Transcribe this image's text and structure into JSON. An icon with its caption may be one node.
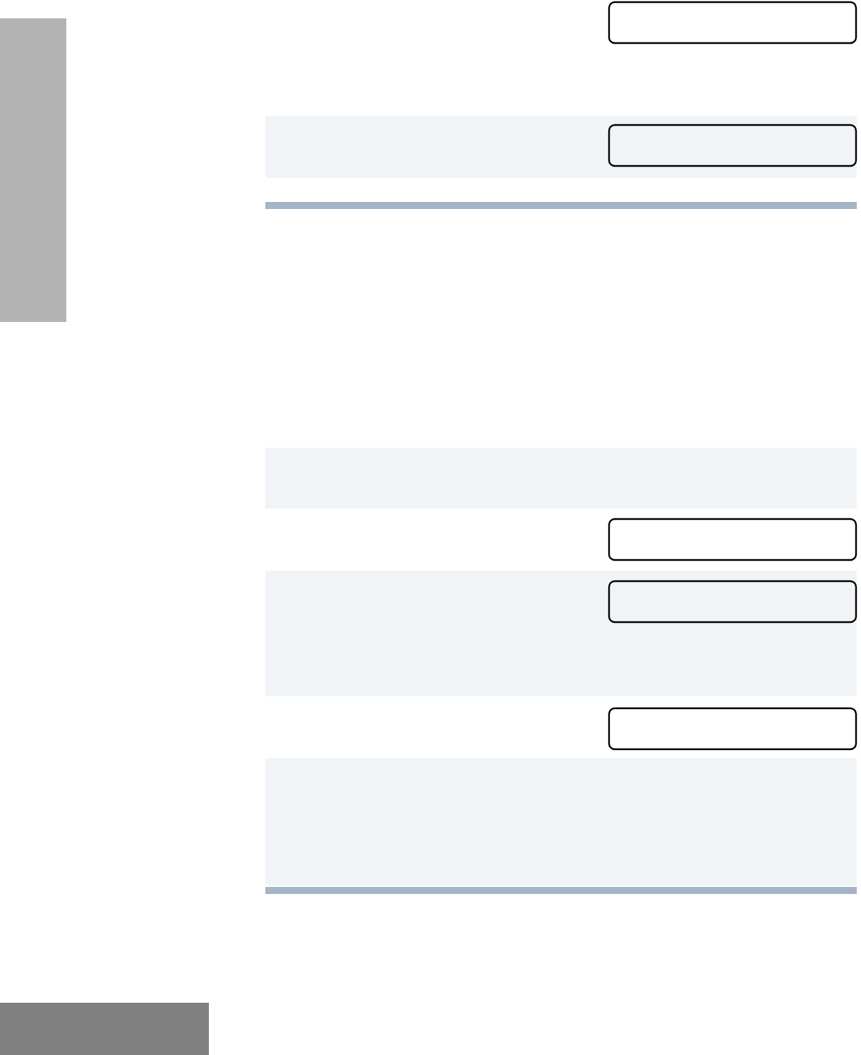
{
  "diagram": {
    "nodes": [
      {
        "text": [],
        "shape": "bar"
      },
      {
        "text": [],
        "shape": "box"
      },
      {
        "text": [],
        "shape": "box"
      },
      {
        "text": [],
        "shape": "box"
      },
      {
        "text": [],
        "shape": "box"
      },
      {
        "text": [],
        "shape": "box"
      },
      {
        "text": [],
        "shape": "bar"
      }
    ]
  }
}
